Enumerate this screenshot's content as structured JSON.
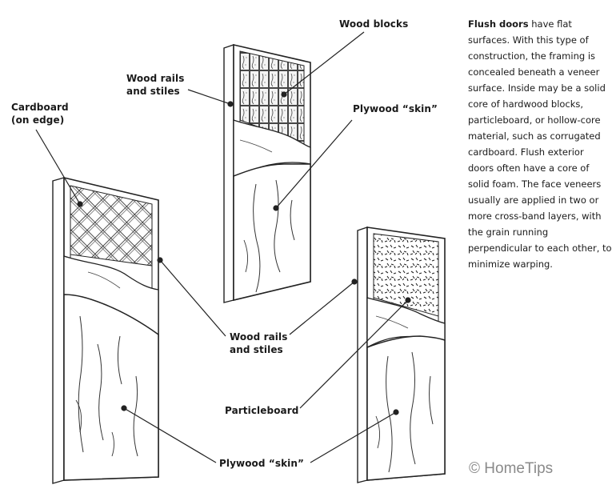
{
  "labels": {
    "wood_blocks": "Wood blocks",
    "wood_rails_top_1": "Wood rails",
    "wood_rails_top_2": "and stiles",
    "cardboard_1": "Cardboard",
    "cardboard_2": "(on edge)",
    "plywood_top": "Plywood “skin”",
    "wood_rails_mid_1": "Wood rails",
    "wood_rails_mid_2": "and stiles",
    "particleboard": "Particleboard",
    "plywood_bottom": "Plywood “skin”"
  },
  "description": {
    "lead": "Flush doors",
    "body": " have flat surfaces. With this type of construction, the framing is concealed beneath a veneer surface. Inside may be a solid core of hardwood blocks, particleboard, or hollow-core material, such as corrugated cardboard. Flush exterior doors often have a core of solid foam. The face veneers usually are applied in two or more cross-band layers, with the grain running perpendicular to each other,  to minimize warping."
  },
  "watermark": "© HomeTips",
  "colors": {
    "ink": "#1a1a1a",
    "watermark": "#8a8a8a"
  }
}
